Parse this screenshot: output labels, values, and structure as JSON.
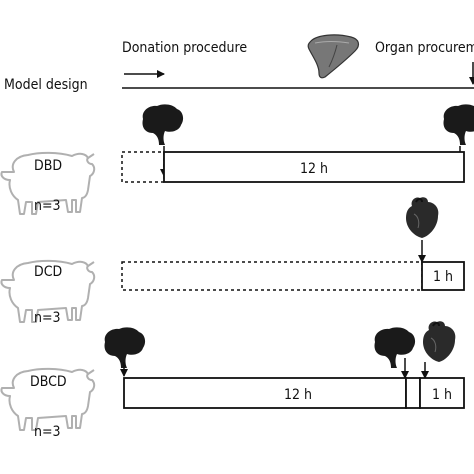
{
  "header": {
    "left_label": "Donation procedure",
    "right_label": "Organ procurement",
    "row_label": "Model design"
  },
  "icons": {
    "header": "liver-icon",
    "brain": "brain-icon",
    "heart": "heart-icon",
    "animal": "pig-icon"
  },
  "models": [
    {
      "name": "DBD",
      "n": "n=3",
      "segments": [
        "12 h"
      ]
    },
    {
      "name": "DCD",
      "n": "n=3",
      "segments": [
        "1 h"
      ]
    },
    {
      "name": "DBCD",
      "n": "n=3",
      "segments": [
        "12 h",
        "1 h"
      ]
    }
  ],
  "colors": {
    "ink": "#111111",
    "pig_outline": "#b0b0b0",
    "organ": "#1a1a1a"
  }
}
